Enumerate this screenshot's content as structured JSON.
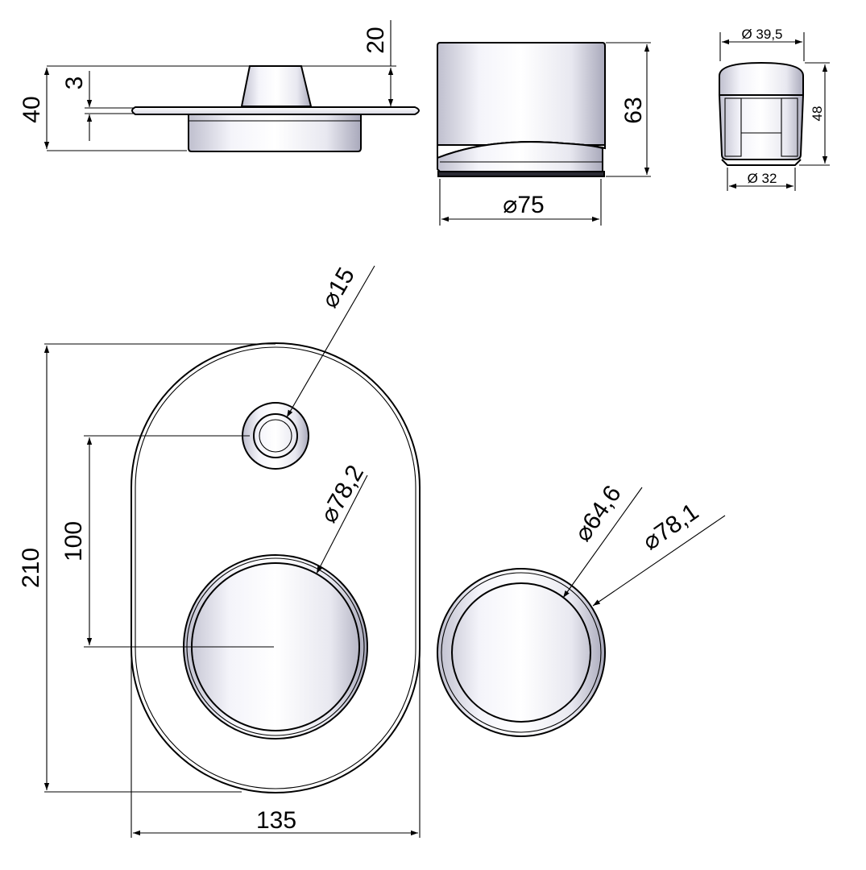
{
  "dimensions": {
    "flange_top_height": "20",
    "flange_thickness": "3",
    "flange_total_height": "40",
    "cap_height": "63",
    "cap_diameter": "⌀75",
    "knob_top_diameter": "Ø 39,5",
    "knob_height": "48",
    "knob_bottom_diameter": "Ø 32",
    "small_hole_diameter": "⌀15",
    "large_hole_diameter": "⌀78,2",
    "spacing": "100",
    "plate_height": "210",
    "plate_width": "135",
    "ring_inner_diameter": "⌀64,6",
    "ring_outer_diameter": "⌀78,1"
  },
  "colors": {
    "line": "#000000",
    "shade_light": "#ffffff",
    "shade_dark": "#c9c9d6"
  }
}
